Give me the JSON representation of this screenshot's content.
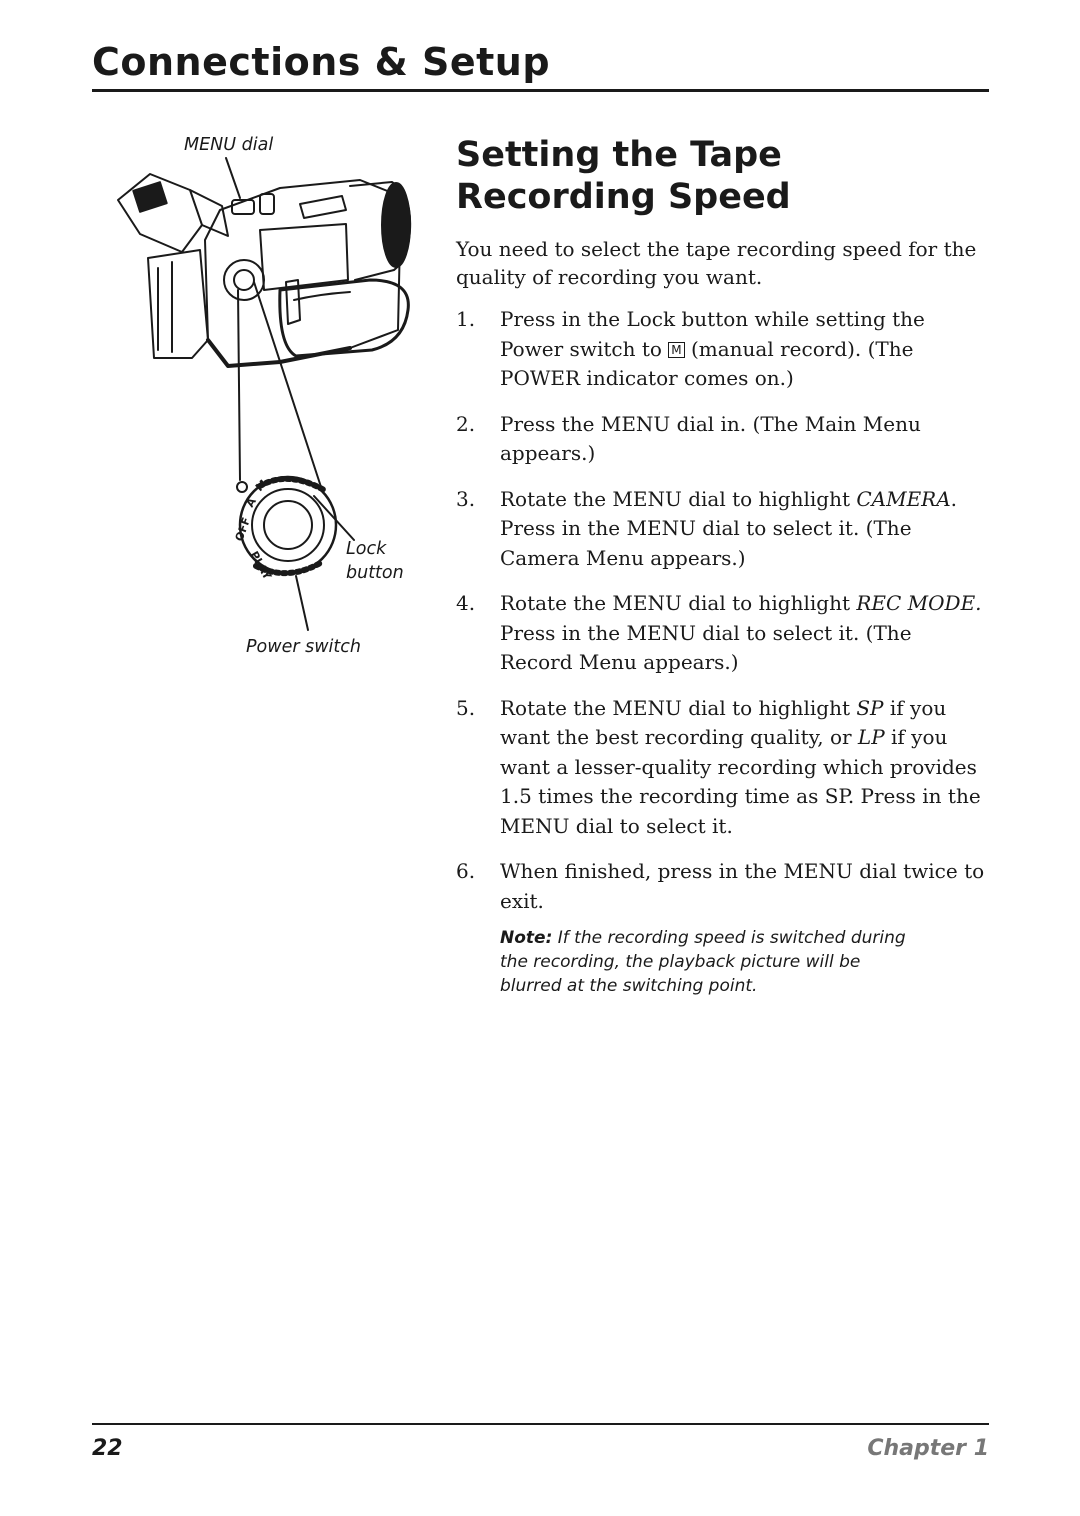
{
  "header": {
    "title": "Connections & Setup"
  },
  "section": {
    "title_line1": "Setting the Tape",
    "title_line2": "Recording Speed"
  },
  "intro": "You need to select the tape recording speed for the quality of recording you want.",
  "steps": [
    {
      "num": "1.",
      "a": "Press in the Lock button while setting the Power switch to ",
      "icon": "M",
      "b": " (manual record). (The POWER indicator comes on.)"
    },
    {
      "num": "2.",
      "text": "Press the MENU dial in. (The Main Menu appears.)"
    },
    {
      "num": "3.",
      "a": "Rotate the MENU dial to highlight ",
      "em": "CAMERA",
      "b": ". Press in the MENU dial to select it. (The Camera Menu appears.)"
    },
    {
      "num": "4.",
      "a": "Rotate the MENU dial to highlight ",
      "em": "REC MODE.",
      "b": " Press in the MENU dial to select it. (The Record Menu appears.)"
    },
    {
      "num": "5.",
      "a": "Rotate the MENU dial to highlight ",
      "em1": "SP",
      "b": " if you want the best recording quality, or ",
      "em2": "LP",
      "c": " if you want a lesser-quality recording which provides 1.5 times the recording time as SP. Press in the MENU dial to select it."
    },
    {
      "num": "6.",
      "text": "When finished, press in the MENU dial twice to exit."
    }
  ],
  "note": {
    "label": "Note:",
    "text": " If the recording speed is switched during the recording, the playback picture will be blurred at the switching point."
  },
  "illustration": {
    "callouts": {
      "menu_dial": "MENU dial",
      "lock_line1": "Lock",
      "lock_line2": "button",
      "power_switch": "Power switch"
    },
    "dial_labels": [
      "OFF",
      "A",
      "M",
      "PLAY"
    ]
  },
  "footer": {
    "page_number": "22",
    "chapter": "Chapter 1"
  }
}
